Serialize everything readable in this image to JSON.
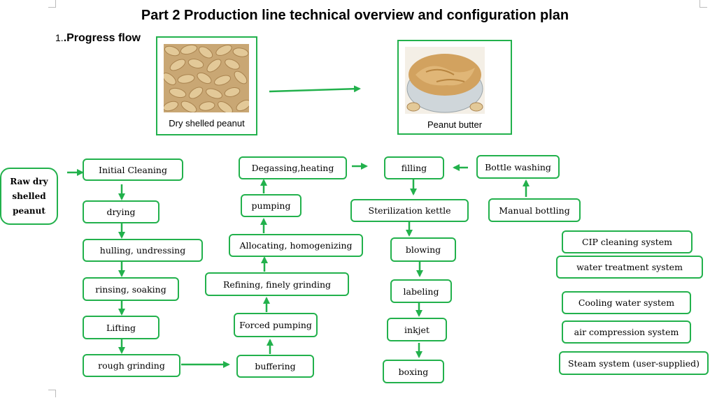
{
  "header": {
    "title": "Part 2 Production line technical overview and configuration plan",
    "section_number": "1.",
    "section_title": ".Progress flow"
  },
  "photos": {
    "raw_caption": "Dry shelled peanut",
    "product_caption": "Peanut butter"
  },
  "flow": {
    "start": "Raw dry shelled peanut",
    "col1": [
      "Initial Cleaning",
      "drying",
      "hulling, undressing",
      "rinsing, soaking",
      "Lifting",
      "rough grinding"
    ],
    "col2": [
      "buffering",
      "Forced pumping",
      "Refining, finely grinding",
      "Allocating, homogenizing",
      "pumping",
      "Degassing,heating"
    ],
    "col3": [
      "filling",
      "Sterilization kettle",
      "blowing",
      "labeling",
      "inkjet",
      "boxing"
    ],
    "col4": [
      "Bottle washing",
      "Manual bottling"
    ],
    "auxiliary": [
      "CIP cleaning system",
      "water treatment system",
      "Cooling water system",
      "air compression system",
      "Steam system (user-supplied)"
    ]
  },
  "colors": {
    "accent": "#22b14c"
  }
}
